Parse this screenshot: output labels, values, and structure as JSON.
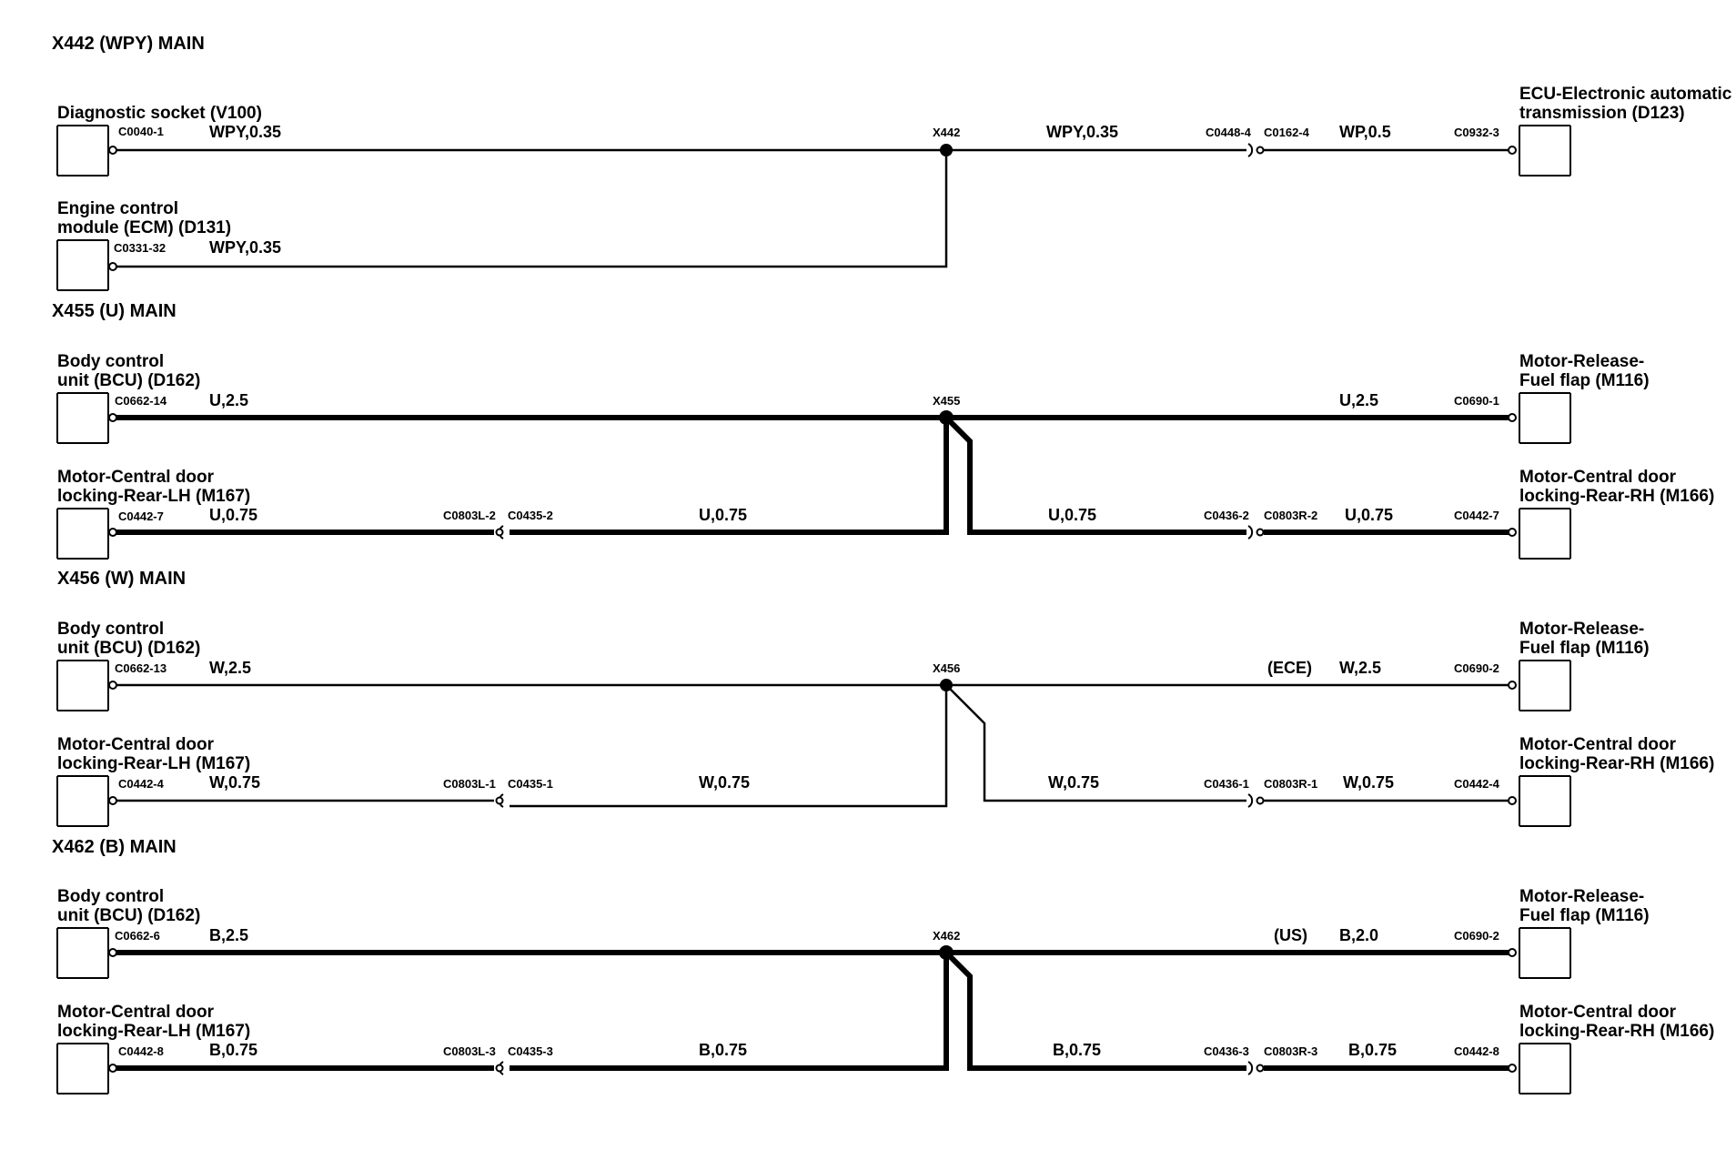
{
  "sections": [
    {
      "title": "X442 (WPY) MAIN",
      "splice": "X442",
      "left_components": [
        {
          "label_lines": [
            "Diagnostic socket (V100)"
          ],
          "pin": "C0040-1",
          "wire": "WPY,0.35"
        },
        {
          "label_lines": [
            "Engine control",
            "module (ECM) (D131)"
          ],
          "pin": "C0331-32",
          "wire": "WPY,0.35"
        }
      ],
      "right_components": [
        {
          "label_lines": [
            "ECU-Electronic automatic",
            "transmission (D123)"
          ],
          "pin": "C0932-3",
          "wire_mid": "WPY,0.35",
          "inline_left": "C0448-4",
          "inline_right": "C0162-4",
          "wire_end": "WP,0.5"
        }
      ]
    },
    {
      "title": "X455 (U) MAIN",
      "splice": "X455",
      "left_components": [
        {
          "label_lines": [
            "Body control",
            "unit (BCU) (D162)"
          ],
          "pin": "C0662-14",
          "wire": "U,2.5"
        },
        {
          "label_lines": [
            "Motor-Central door",
            "locking-Rear-LH (M167)"
          ],
          "pin": "C0442-7",
          "wire": "U,0.75",
          "inline_left": "C0803L-2",
          "inline_right": "C0435-2",
          "wire_mid": "U,0.75"
        }
      ],
      "right_components": [
        {
          "label_lines": [
            "Motor-Release-",
            "Fuel flap (M116)"
          ],
          "pin": "C0690-1",
          "wire_end": "U,2.5"
        },
        {
          "label_lines": [
            "Motor-Central door",
            "locking-Rear-RH (M166)"
          ],
          "pin": "C0442-7",
          "wire_mid": "U,0.75",
          "inline_left": "C0436-2",
          "inline_right": "C0803R-2",
          "wire_end": "U,0.75"
        }
      ]
    },
    {
      "title": "X456 (W) MAIN",
      "splice": "X456",
      "left_components": [
        {
          "label_lines": [
            "Body control",
            "unit (BCU) (D162)"
          ],
          "pin": "C0662-13",
          "wire": "W,2.5"
        },
        {
          "label_lines": [
            "Motor-Central door",
            "locking-Rear-LH (M167)"
          ],
          "pin": "C0442-4",
          "wire": "W,0.75",
          "inline_left": "C0803L-1",
          "inline_right": "C0435-1",
          "wire_mid": "W,0.75"
        }
      ],
      "right_components": [
        {
          "label_lines": [
            "Motor-Release-",
            "Fuel flap (M116)"
          ],
          "pin": "C0690-2",
          "wire_end": "W,2.5",
          "note": "(ECE)"
        },
        {
          "label_lines": [
            "Motor-Central door",
            "locking-Rear-RH (M166)"
          ],
          "pin": "C0442-4",
          "wire_mid": "W,0.75",
          "inline_left": "C0436-1",
          "inline_right": "C0803R-1",
          "wire_end": "W,0.75"
        }
      ]
    },
    {
      "title": "X462 (B) MAIN",
      "splice": "X462",
      "left_components": [
        {
          "label_lines": [
            "Body control",
            "unit (BCU) (D162)"
          ],
          "pin": "C0662-6",
          "wire": "B,2.5"
        },
        {
          "label_lines": [
            "Motor-Central door",
            "locking-Rear-LH (M167)"
          ],
          "pin": "C0442-8",
          "wire": "B,0.75",
          "inline_left": "C0803L-3",
          "inline_right": "C0435-3",
          "wire_mid": "B,0.75"
        }
      ],
      "right_components": [
        {
          "label_lines": [
            "Motor-Release-",
            "Fuel flap (M116)"
          ],
          "pin": "C0690-2",
          "wire_end": "B,2.0",
          "note": "(US)"
        },
        {
          "label_lines": [
            "Motor-Central door",
            "locking-Rear-RH (M166)"
          ],
          "pin": "C0442-8",
          "wire_mid": "B,0.75",
          "inline_left": "C0436-3",
          "inline_right": "C0803R-3",
          "wire_end": "B,0.75"
        }
      ]
    }
  ]
}
